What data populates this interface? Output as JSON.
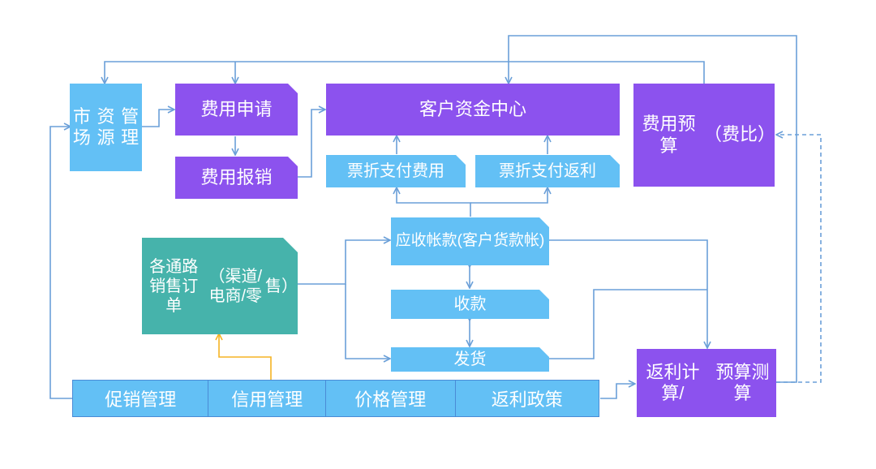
{
  "nodes": {
    "market": [
      "市场",
      "资源",
      "管理"
    ],
    "fee_apply": "费用申请",
    "fee_reimburse": "费用报销",
    "fund_center": "客户资金中心",
    "fee_budget": [
      "费用预算",
      "（费比）"
    ],
    "bill_fee": "票折支付费用",
    "bill_rebate": "票折支付返利",
    "receivable": [
      "应收帐款",
      "(客户货款帐)"
    ],
    "orders": [
      "各通路销售订单",
      "（渠道/电商/零",
      "售）"
    ],
    "collection": "收款",
    "shipment": "发货",
    "rebate_calc": [
      "返利计算/",
      "预算测算"
    ]
  },
  "bottom_bar": [
    "促销管理",
    "信用管理",
    "价格管理",
    "返利政策"
  ],
  "colors": {
    "purple": "#8c52ee",
    "blue": "#63c0f5",
    "teal": "#46b3ab",
    "line": "#6a9fd8",
    "orange": "#f5b323"
  }
}
